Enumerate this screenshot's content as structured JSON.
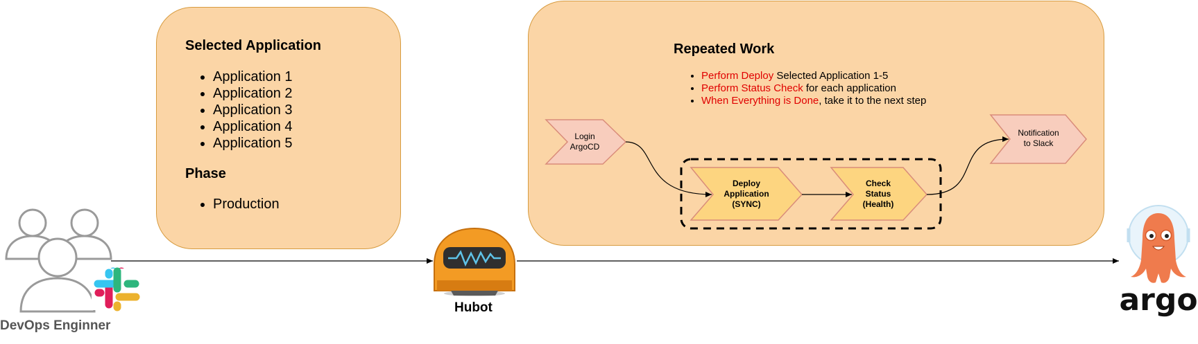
{
  "actor": {
    "label": "DevOps Enginner"
  },
  "bot": {
    "label": "Hubot"
  },
  "target": {
    "logo_text": "argo"
  },
  "selected_panel": {
    "title": "Selected Application",
    "apps": [
      "Application 1",
      "Application 2",
      "Application 3",
      "Application 4",
      "Application 5"
    ],
    "phase_title": "Phase",
    "phases": [
      "Production"
    ]
  },
  "work_panel": {
    "title": "Repeated Work",
    "bullets": [
      {
        "red": "Perform Deploy",
        "rest": " Selected Application 1-5"
      },
      {
        "red": "Perform Status Check",
        "rest": " for each application"
      },
      {
        "red": "When Everything is Done",
        "rest": ", take it to the next step"
      }
    ]
  },
  "steps": {
    "login": [
      "Login",
      "ArgoCD"
    ],
    "deploy": [
      "Deploy",
      "Application",
      "(SYNC)"
    ],
    "check": [
      "Check",
      "Status",
      "(Health)"
    ],
    "notify": [
      "Notification",
      "to Slack"
    ]
  },
  "colors": {
    "panel_fill": "#fbd5a6",
    "panel_border": "#d79b3f",
    "step_pink": "#f8cdbd",
    "step_yellow": "#fdd580",
    "highlight_red": "#e00000",
    "bot_orange": "#f39b24"
  }
}
